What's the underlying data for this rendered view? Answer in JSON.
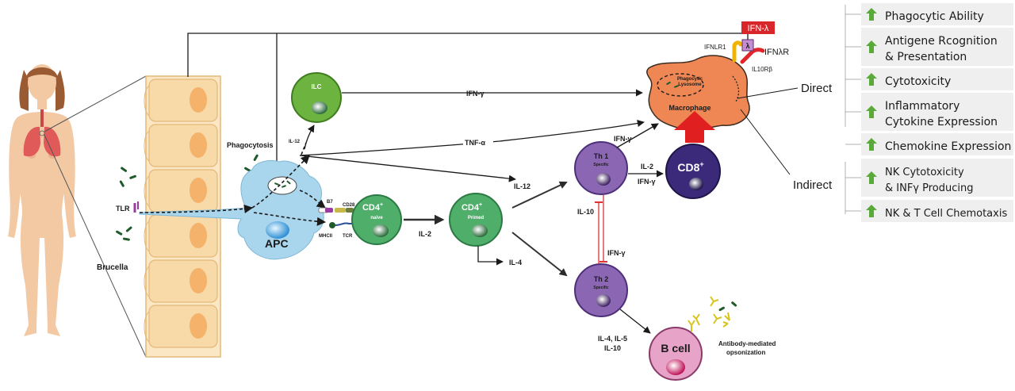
{
  "labels": {
    "tlr": "TLR",
    "brucella": "Brucella",
    "phagocytosis": "Phagocytosis",
    "apc": "APC",
    "il12_small": "IL-12",
    "b7": "B7",
    "cd28": "CD28",
    "mhcii": "MHCII",
    "tcr": "TCR",
    "ilc": "ILC",
    "ifng_ilc": "IFN-γ",
    "tnfa": "TNF-α",
    "il12_th1": "IL-12",
    "cd4_naive_main": "CD4",
    "cd4_naive_sup": "+",
    "cd4_naive_sub": "naive",
    "il2_primed": "IL-2",
    "cd4_primed_main": "CD4",
    "cd4_primed_sup": "+",
    "cd4_primed_sub": "Primed",
    "il4_primed": "IL-4",
    "th1": "Th 1",
    "th1_sub": "Specific",
    "th2": "Th 2",
    "th2_sub": "Specific",
    "il10_reg": "IL-10",
    "ifng_reg": "IFN-γ",
    "ifng_th1_mac": "IFN-γ",
    "il2_th1_cd8": "IL-2",
    "ifng_th1_cd8": "IFN-γ",
    "cd8_main": "CD8",
    "cd8_sup": "+",
    "il4_il5": "IL-4, IL-5",
    "il10_th2": "IL-10",
    "bcell": "B cell",
    "opsonization_1": "Antibody-mediated",
    "opsonization_2": "opsonization",
    "macrophage": "Macrophage",
    "phago_lyso_1": "Phagocytic",
    "phago_lyso_2": "Lysosome",
    "ifnlr1": "IFNLR1",
    "ifnlambda": "IFN-λ",
    "lambda": "λ",
    "ifnlambdar": "IFNλR",
    "il10rb": "IL10Rβ",
    "direct": "Direct",
    "indirect": "Indirect"
  },
  "direct_effects": [
    {
      "lines": [
        "Phagocytic Ability"
      ]
    },
    {
      "lines": [
        "Antigene Rcognition",
        "& Presentation"
      ]
    },
    {
      "lines": [
        "Cytotoxicity"
      ]
    },
    {
      "lines": [
        "Inflammatory",
        "Cytokine Expression"
      ]
    },
    {
      "lines": [
        "Chemokine Expression"
      ]
    }
  ],
  "indirect_effects": [
    {
      "lines": [
        "NK Cytotoxicity",
        "& INFγ Producing"
      ]
    },
    {
      "lines": [
        "NK & T Cell Chemotaxis"
      ]
    }
  ],
  "colors": {
    "epithelium": "#f8d9a8",
    "nucleus": "#f4b26a",
    "apc": "#a9d6ec",
    "cd4": "#4fae6a",
    "ilc": "#6cb33f",
    "th": "#7e5ba6",
    "cd8": "#3b2a7a",
    "bcell": "#e7a3c8",
    "macrophage": "#ef8754",
    "big_arrow": "#e02020",
    "up_arrow": "#5aaa3a",
    "panel_bg": "#efefef",
    "ifn_lambda_box": "#d9262b",
    "skin": "#f3c9a4",
    "hair": "#9a5a32",
    "lung": "#e05a5a"
  }
}
